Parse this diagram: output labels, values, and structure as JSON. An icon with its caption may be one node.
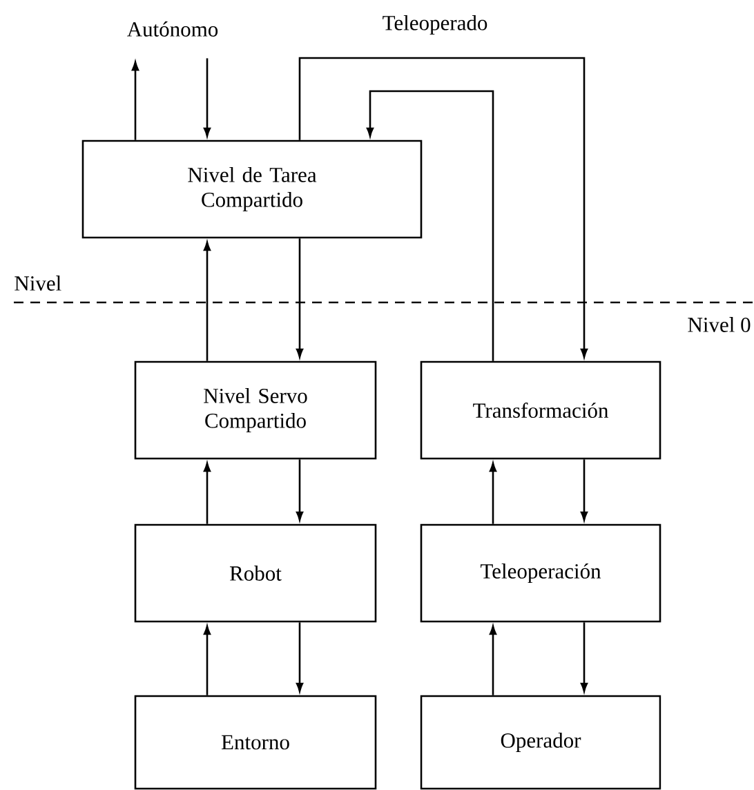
{
  "diagram": {
    "nodes": [
      {
        "text": [
          "Autónomo"
        ]
      },
      {
        "text": [
          "Nivel de Tarea Compartido"
        ]
      },
      {
        "text": [
          "Nivel Servo Compartido"
        ]
      },
      {
        "text": [
          "Transformación"
        ]
      },
      {
        "text": [
          "Robot"
        ]
      },
      {
        "text": [
          "Teleoperación"
        ]
      },
      {
        "text": [
          "Entorno"
        ]
      },
      {
        "text": [
          "Operador"
        ]
      }
    ],
    "edges": [
      {
        "from": 1,
        "to": 0,
        "arrow": "to"
      },
      {
        "from": 0,
        "to": 1,
        "arrow": "to"
      },
      {
        "from": 1,
        "to": 3,
        "arrow": "to",
        "label": "Teleoperado"
      },
      {
        "from": 3,
        "to": 1,
        "arrow": "to"
      },
      {
        "from": 2,
        "to": 1,
        "arrow": "to"
      },
      {
        "from": 1,
        "to": 2,
        "arrow": "to"
      },
      {
        "from": 4,
        "to": 2,
        "arrow": "to"
      },
      {
        "from": 2,
        "to": 4,
        "arrow": "to"
      },
      {
        "from": 6,
        "to": 4,
        "arrow": "to"
      },
      {
        "from": 4,
        "to": 6,
        "arrow": "to"
      },
      {
        "from": 5,
        "to": 3,
        "arrow": "to"
      },
      {
        "from": 3,
        "to": 5,
        "arrow": "to"
      },
      {
        "from": 7,
        "to": 5,
        "arrow": "to"
      },
      {
        "from": 5,
        "to": 7,
        "arrow": "to"
      }
    ],
    "labels": [
      "Nivel",
      "Nivel 0"
    ]
  }
}
